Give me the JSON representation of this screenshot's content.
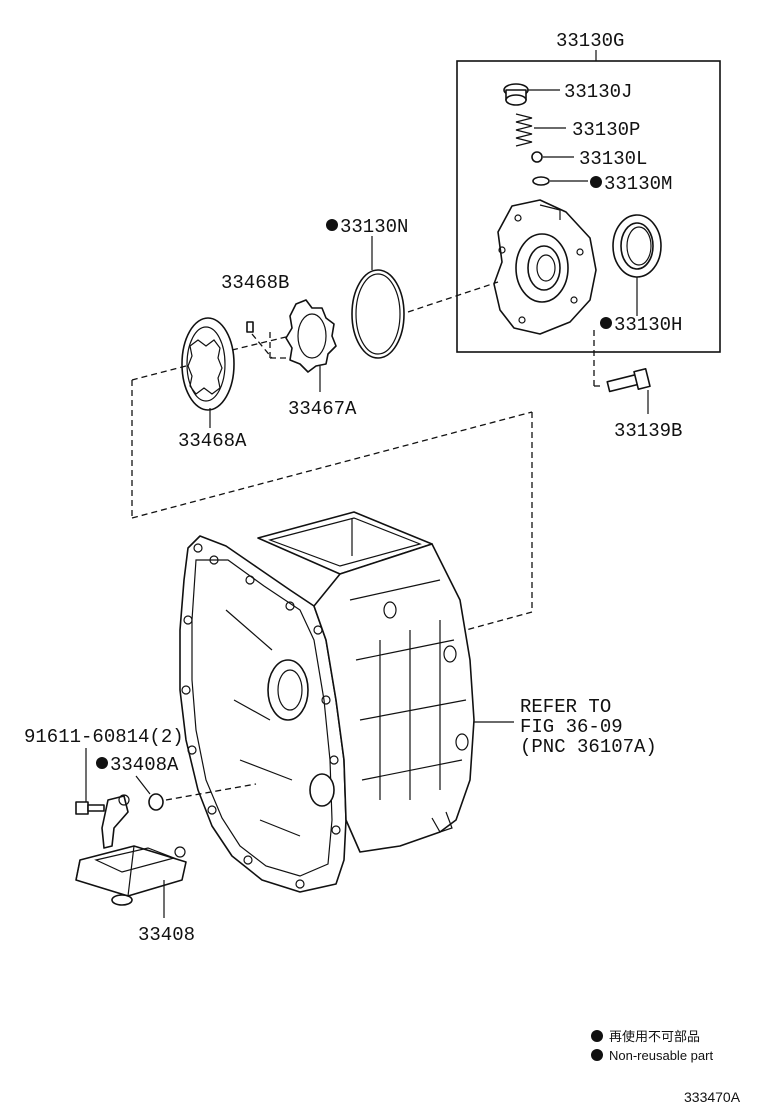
{
  "parts": {
    "p33130G": "33130G",
    "p33130J": "33130J",
    "p33130P": "33130P",
    "p33130L": "33130L",
    "p33130M": "33130M",
    "p33130N": "33130N",
    "p33130H": "33130H",
    "p33468B": "33468B",
    "p33467A": "33467A",
    "p33468A": "33468A",
    "p33139B": "33139B",
    "p91611": "91611-60814(2)",
    "p33408A": "33408A",
    "p33408": "33408"
  },
  "refer": {
    "line1": "REFER TO",
    "line2": "FIG 36-09",
    "line3": "(PNC 36107A)"
  },
  "legend": {
    "jp": "再使用不可部品",
    "en": "Non-reusable part"
  },
  "diagram_id": "333470A"
}
